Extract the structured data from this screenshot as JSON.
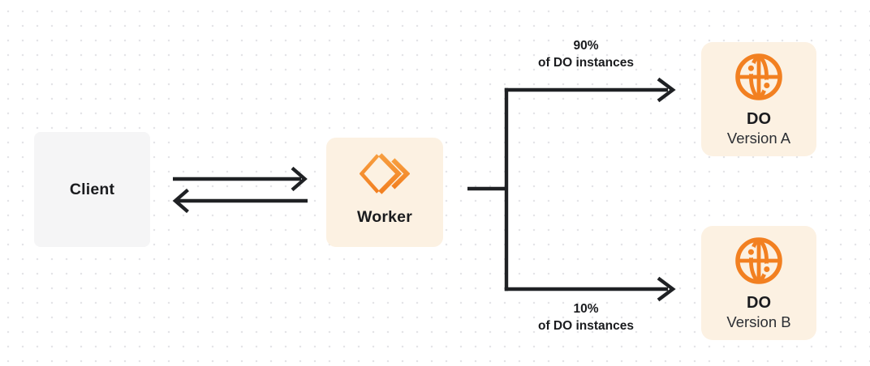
{
  "colors": {
    "canvas_bg": "#ffffff",
    "dot_color": "#e4e4e7",
    "box_gray": "#f5f5f6",
    "box_cream": "#fcf1e2",
    "accent_orange": "#f28021",
    "accent_orange_light": "#f79e40",
    "line_dark": "#1f2124",
    "text_dark": "#1a1b1e",
    "text_soft": "#2c2f34"
  },
  "nodes": {
    "client": {
      "label": "Client"
    },
    "worker": {
      "label": "Worker",
      "icon": "cloudflare-workers-logo-icon"
    },
    "do_version_a": {
      "title": "DO",
      "subtitle": "Version A",
      "icon": "durable-object-globe-icon"
    },
    "do_version_b": {
      "title": "DO",
      "subtitle": "Version B",
      "icon": "durable-object-globe-icon"
    }
  },
  "edges": {
    "branch_top": {
      "percent": "90%",
      "caption": "of DO instances"
    },
    "branch_bottom": {
      "percent": "10%",
      "caption": "of DO instances"
    }
  }
}
